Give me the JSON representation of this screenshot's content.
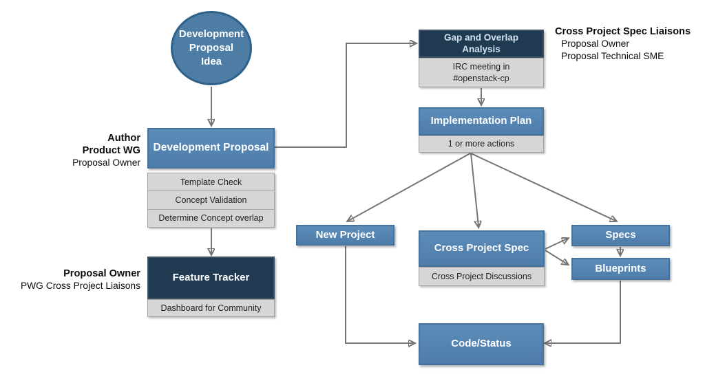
{
  "colors": {
    "node_blue": "#5384b1",
    "node_navy": "#203a52",
    "circle_blue": "#4d7ca4",
    "subrow_gray": "#d6d6d6",
    "arrow_gray": "#757575",
    "gap_title_text": "#d2e2f1"
  },
  "nodes": {
    "idea_circle": {
      "label": "Development\nProposal\nIdea"
    },
    "development_proposal": {
      "title": "Development Proposal",
      "steps": [
        "Template Check",
        "Concept Validation",
        "Determine Concept overlap"
      ]
    },
    "feature_tracker": {
      "title": "Feature Tracker",
      "steps": [
        "Dashboard for Community"
      ]
    },
    "gap_overlap": {
      "title": "Gap and Overlap\nAnalysis",
      "steps": [
        "IRC meeting in\n#openstack-cp"
      ]
    },
    "implementation_plan": {
      "title": "Implementation Plan",
      "steps": [
        "1 or more actions"
      ]
    },
    "new_project": {
      "title": "New Project"
    },
    "cross_project_spec": {
      "title": "Cross Project Spec",
      "steps": [
        "Cross Project Discussions"
      ]
    },
    "specs": {
      "title": "Specs"
    },
    "blueprints": {
      "title": "Blueprints"
    },
    "code_status": {
      "title": "Code/Status"
    }
  },
  "annotations": {
    "author_block": {
      "line1": "Author",
      "line2": "Product WG",
      "line3": "Proposal Owner"
    },
    "owner_block": {
      "line1": "Proposal Owner",
      "line2": "PWG Cross Project Liaisons"
    },
    "liaisons_block": {
      "line1": "Cross Project Spec Liaisons",
      "line2": "Proposal Owner",
      "line3": "Proposal Technical SME"
    }
  }
}
